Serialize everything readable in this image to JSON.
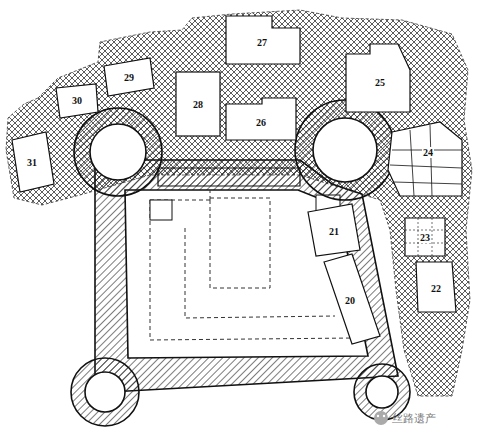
{
  "diagram": {
    "labels": [
      "29",
      "30",
      "31",
      "27",
      "28",
      "26",
      "25",
      "24",
      "21",
      "23",
      "22",
      "20",
      "丝路遗产"
    ]
  }
}
